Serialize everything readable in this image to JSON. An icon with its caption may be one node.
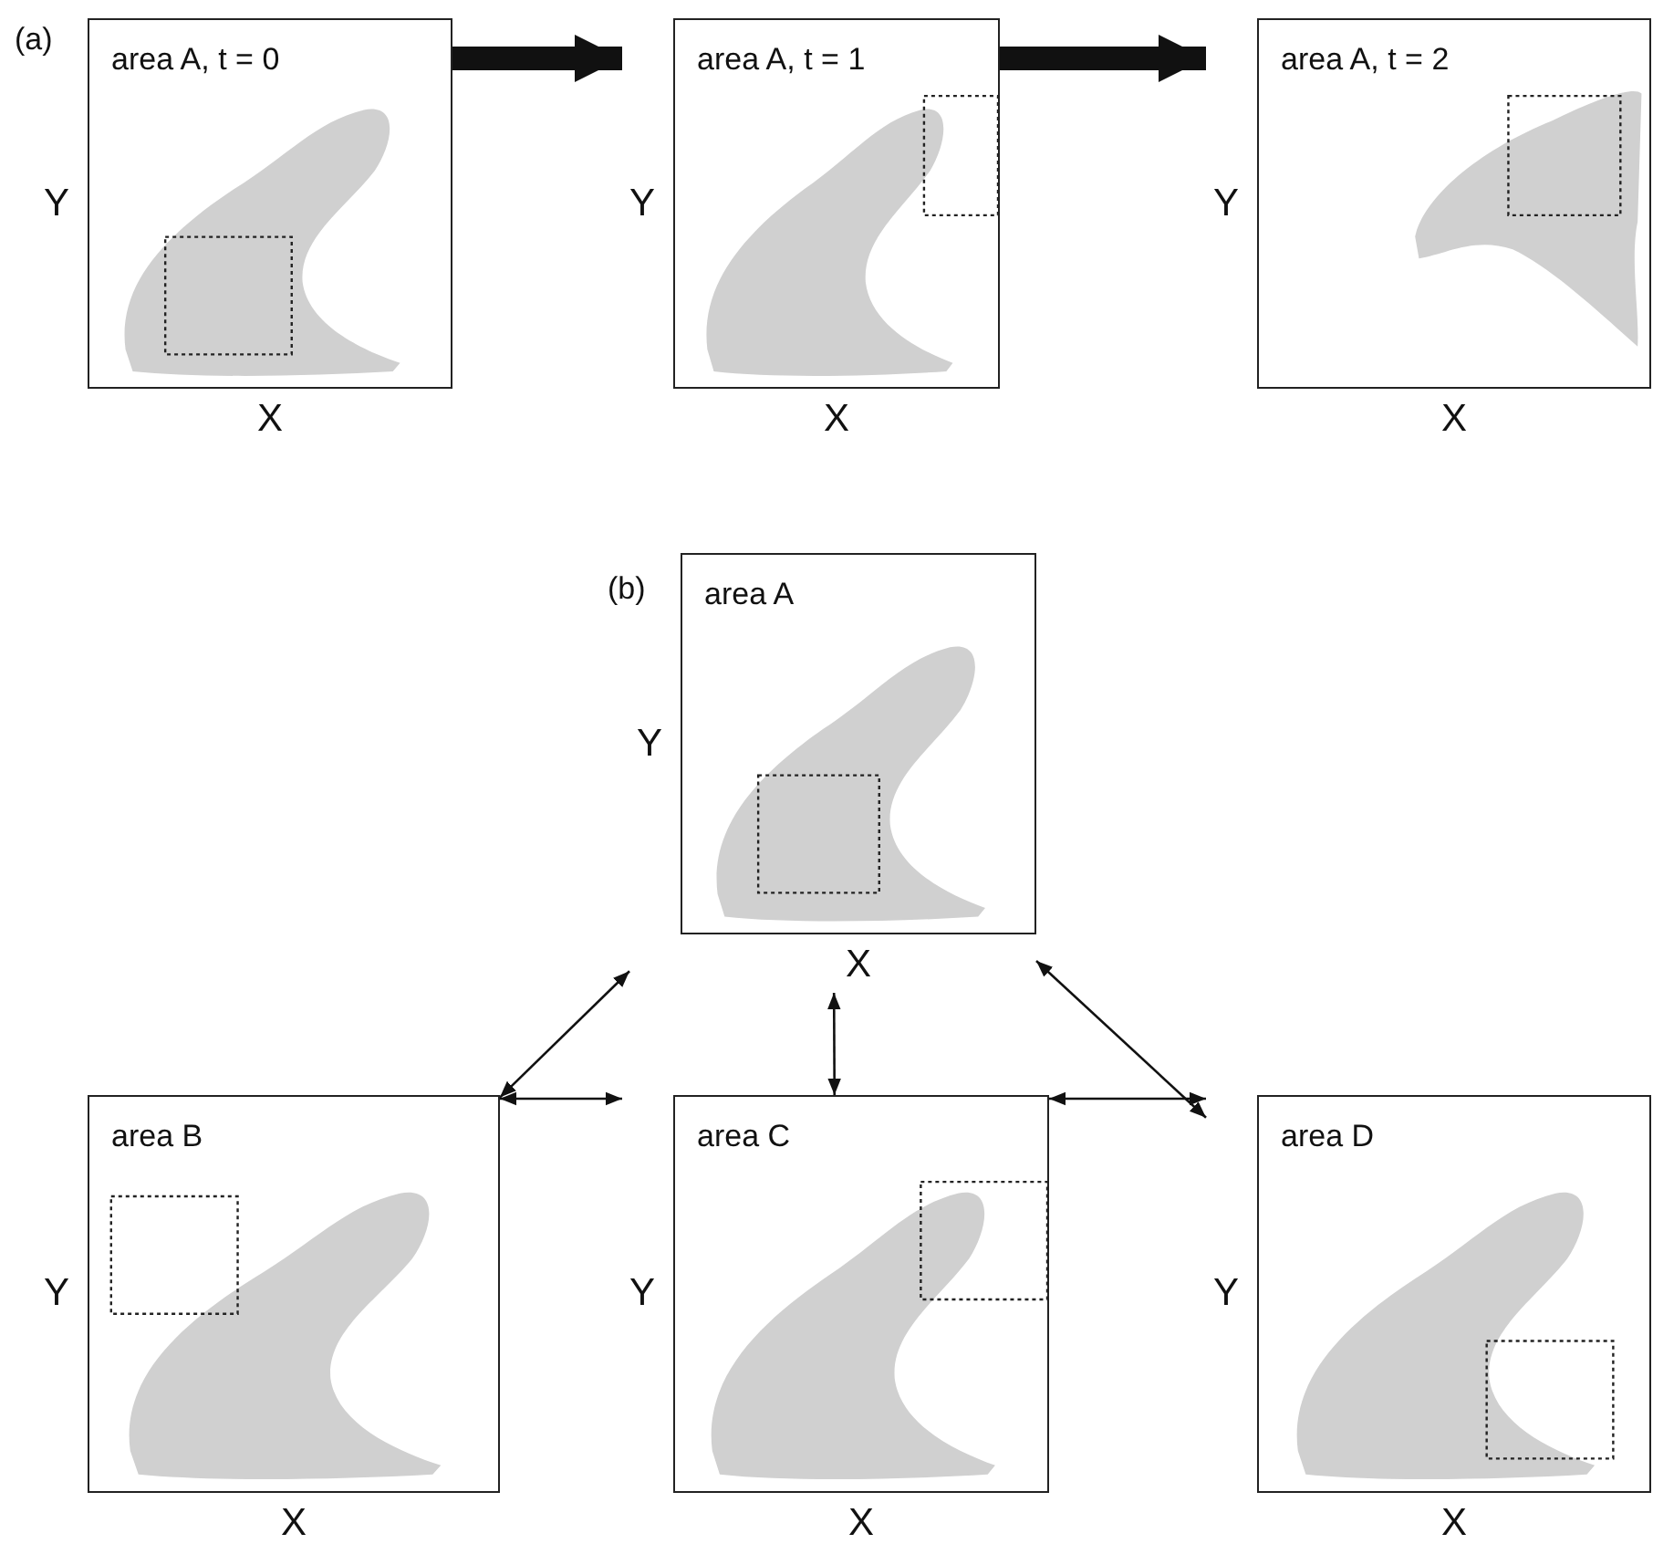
{
  "diagram": {
    "nodes": [
      {
        "text": [
          "area A, t = 0"
        ],
        "beside": [
          "Y",
          "X"
        ]
      },
      {
        "text": [
          "area A, t = 1"
        ],
        "beside": [
          "Y",
          "X"
        ]
      },
      {
        "text": [
          "area A, t = 2"
        ],
        "beside": [
          "Y",
          "X"
        ]
      },
      {
        "text": [
          "area A"
        ],
        "beside": [
          "Y",
          "X"
        ]
      },
      {
        "text": [
          "area B"
        ],
        "beside": [
          "Y",
          "X"
        ]
      },
      {
        "text": [
          "area C"
        ],
        "beside": [
          "Y",
          "X"
        ]
      },
      {
        "text": [
          "area D"
        ],
        "beside": [
          "Y",
          "X"
        ]
      }
    ],
    "edges": [
      {
        "from": 0,
        "to": 1,
        "arrow": "to",
        "style": "thick"
      },
      {
        "from": 1,
        "to": 2,
        "arrow": "to",
        "style": "thick"
      },
      {
        "from": 3,
        "to": 4,
        "arrow": "both"
      },
      {
        "from": 3,
        "to": 5,
        "arrow": "both"
      },
      {
        "from": 3,
        "to": 6,
        "arrow": "both"
      },
      {
        "from": 4,
        "to": 5,
        "arrow": "both"
      },
      {
        "from": 5,
        "to": 6,
        "arrow": "both"
      }
    ],
    "labels": [
      "(a)",
      "(b)"
    ]
  }
}
